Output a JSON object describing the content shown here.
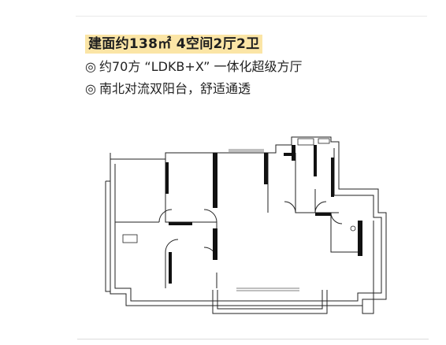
{
  "headline": "建面约138㎡ 4空间2厅2卫",
  "bullets": [
    {
      "icon": "◎",
      "text": "约70方 “LDKB+X” 一体化超级方厅"
    },
    {
      "icon": "◎",
      "text": "南北对流双阳台，舒适通透"
    }
  ]
}
